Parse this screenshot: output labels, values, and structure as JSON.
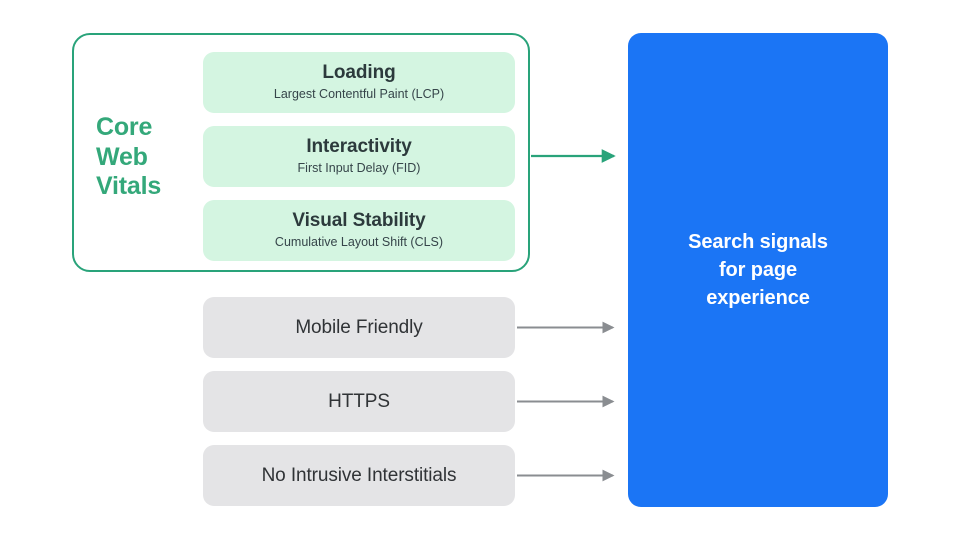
{
  "diagram": {
    "title": "Search signals for page experience",
    "colors": {
      "green_accent": "#34a87a",
      "green_border": "#29a37a",
      "green_card": "#d4f5e1",
      "gray_card": "#e4e4e6",
      "blue_box": "#1b75f5",
      "gray_arrow": "#8a8d91",
      "text_dark": "#2c3a3c",
      "white": "#ffffff"
    },
    "core_web_vitals": {
      "group_label": "Core\nWeb\nVitals",
      "group_label_lines": [
        "Core",
        "Web",
        "Vitals"
      ],
      "cards": [
        {
          "title": "Loading",
          "subtitle": "Largest Contentful Paint (LCP)",
          "abbr": "LCP"
        },
        {
          "title": "Interactivity",
          "subtitle": "First Input Delay (FID)",
          "abbr": "FID"
        },
        {
          "title": "Visual Stability",
          "subtitle": "Cumulative Layout Shift (CLS)",
          "abbr": "CLS"
        }
      ]
    },
    "other_signals": [
      {
        "label": "Mobile Friendly"
      },
      {
        "label": "HTTPS"
      },
      {
        "label": "No Intrusive Interstitials"
      }
    ],
    "destination": {
      "text": "Search signals\nfor page\nexperience",
      "lines": [
        "Search signals",
        "for page",
        "experience"
      ]
    },
    "arrows": [
      {
        "name": "cwv-to-destination",
        "color": "#29a37a",
        "from": "core-web-vitals-group",
        "to": "destination-box"
      },
      {
        "name": "mobile-friendly-to-destination",
        "color": "#8a8d91",
        "from": "signal-mobile-friendly",
        "to": "destination-box"
      },
      {
        "name": "https-to-destination",
        "color": "#8a8d91",
        "from": "signal-https",
        "to": "destination-box"
      },
      {
        "name": "interstitials-to-destination",
        "color": "#8a8d91",
        "from": "signal-no-intrusive-interstitials",
        "to": "destination-box"
      }
    ]
  }
}
